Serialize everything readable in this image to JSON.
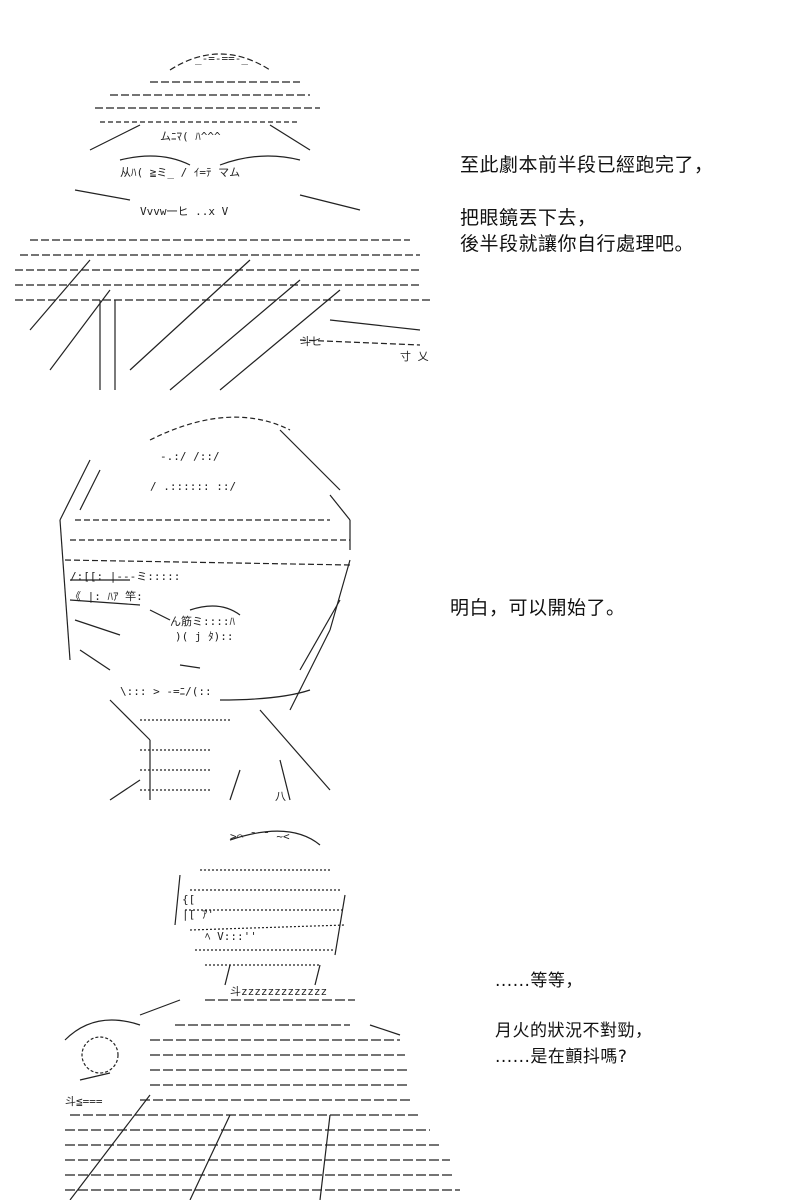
{
  "panels": [
    {
      "dialogue": {
        "line1": "至此劇本前半段已經跑完了，",
        "line2": "把眼鏡丟下去，",
        "line3": "後半段就讓你自行處理吧。"
      }
    },
    {
      "dialogue": {
        "line1": "明白，可以開始了。"
      }
    },
    {
      "dialogue": {
        "line1": "......等等，",
        "line2": "月火的狀況不對勁，",
        "line3": "......是在顫抖嗎?"
      }
    }
  ],
  "colors": {
    "ink": "#222222",
    "background": "#ffffff"
  }
}
